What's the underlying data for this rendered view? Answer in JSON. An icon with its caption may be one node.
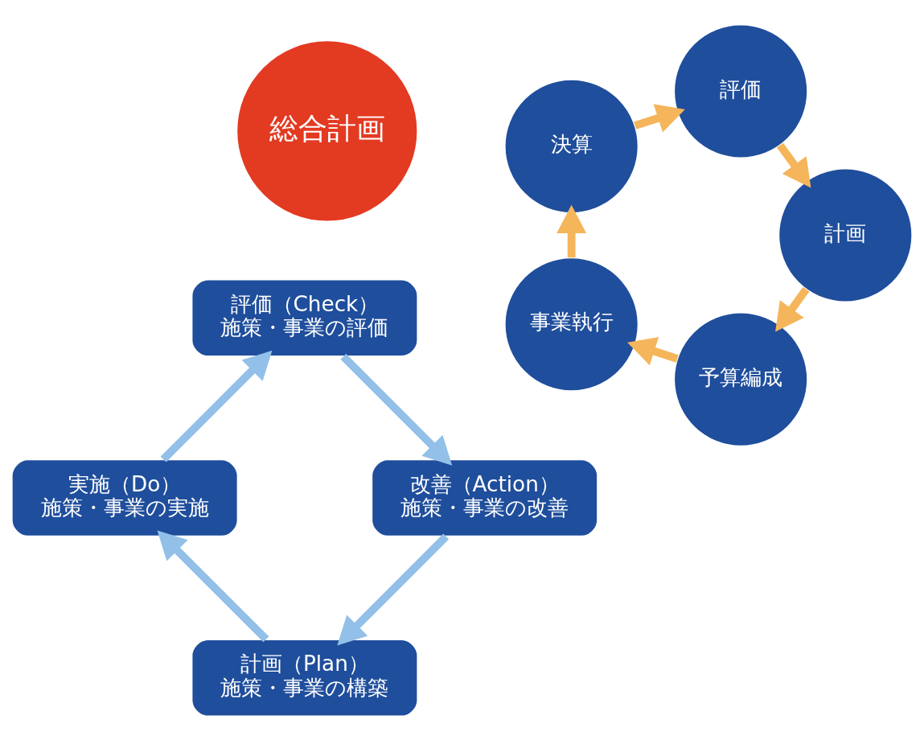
{
  "diagram": {
    "nodes": [
      {
        "text": [
          "計画（Plan）",
          "施策・事業の構築"
        ]
      },
      {
        "text": [
          "実施（Do）",
          "施策・事業の実施"
        ]
      },
      {
        "text": [
          "評価（Check）",
          "施策・事業の評価"
        ]
      },
      {
        "text": [
          "改善（Action）",
          "施策・事業の改善"
        ]
      },
      {
        "text": [
          "総合計画"
        ]
      },
      {
        "text": [
          "予算編成"
        ]
      },
      {
        "text": [
          "事業執行"
        ]
      },
      {
        "text": [
          "決算"
        ]
      },
      {
        "text": [
          "評価"
        ]
      },
      {
        "text": [
          "計画"
        ]
      }
    ],
    "edges": [
      {
        "from": 0,
        "to": 1,
        "arrow": "to",
        "color": "#93c0e8"
      },
      {
        "from": 1,
        "to": 2,
        "arrow": "to",
        "color": "#93c0e8"
      },
      {
        "from": 2,
        "to": 3,
        "arrow": "to",
        "color": "#93c0e8"
      },
      {
        "from": 3,
        "to": 0,
        "arrow": "to",
        "color": "#93c0e8"
      },
      {
        "from": 5,
        "to": 6,
        "arrow": "to",
        "color": "#f5b55a"
      },
      {
        "from": 6,
        "to": 7,
        "arrow": "to",
        "color": "#f5b55a"
      },
      {
        "from": 7,
        "to": 8,
        "arrow": "to",
        "color": "#f5b55a"
      },
      {
        "from": 8,
        "to": 9,
        "arrow": "to",
        "color": "#f5b55a"
      },
      {
        "from": 9,
        "to": 5,
        "arrow": "to",
        "color": "#f5b55a"
      }
    ]
  }
}
